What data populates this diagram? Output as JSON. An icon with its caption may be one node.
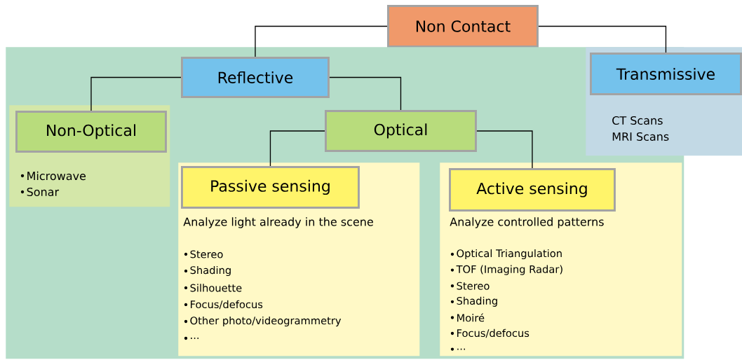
{
  "diagram": {
    "nodes": [
      {
        "text": [
          "Non Contact"
        ]
      },
      {
        "text": [],
        "shape": "box"
      },
      {
        "text": [
          "Reflective"
        ],
        "in": 1
      },
      {
        "text": [
          "CT Scans",
          "MRI Scans"
        ]
      },
      {
        "text": [
          "Transmissive"
        ],
        "in": 3
      },
      {
        "text": [
          "Microwave",
          "Sonar"
        ],
        "in": 1
      },
      {
        "text": [
          "Non-Optical"
        ],
        "in": 5
      },
      {
        "text": [
          "Optical"
        ],
        "in": 1
      },
      {
        "text": [
          "Analyze light already in the scene",
          "Stereo",
          "Shading",
          "Silhouette",
          "Focus/defocus",
          "Other photo/videogrammetry",
          "..."
        ],
        "in": 1
      },
      {
        "text": [
          "Passive sensing"
        ],
        "in": 8
      },
      {
        "text": [
          "Analyze controlled patterns",
          "Optical Triangulation",
          "TOF (Imaging Radar)",
          "Stereo",
          "Shading",
          "Moiré",
          "Focus/defocus",
          "..."
        ],
        "in": 1
      },
      {
        "text": [
          "Active sensing"
        ],
        "in": 10
      }
    ],
    "edges": [
      {
        "from": 0,
        "to": 2,
        "arrow": "none"
      },
      {
        "from": 0,
        "to": 4,
        "arrow": "none"
      },
      {
        "from": 2,
        "to": 6,
        "arrow": "none"
      },
      {
        "from": 2,
        "to": 7,
        "arrow": "none"
      },
      {
        "from": 7,
        "to": 9,
        "arrow": "none"
      },
      {
        "from": 7,
        "to": 11,
        "arrow": "none"
      }
    ]
  }
}
